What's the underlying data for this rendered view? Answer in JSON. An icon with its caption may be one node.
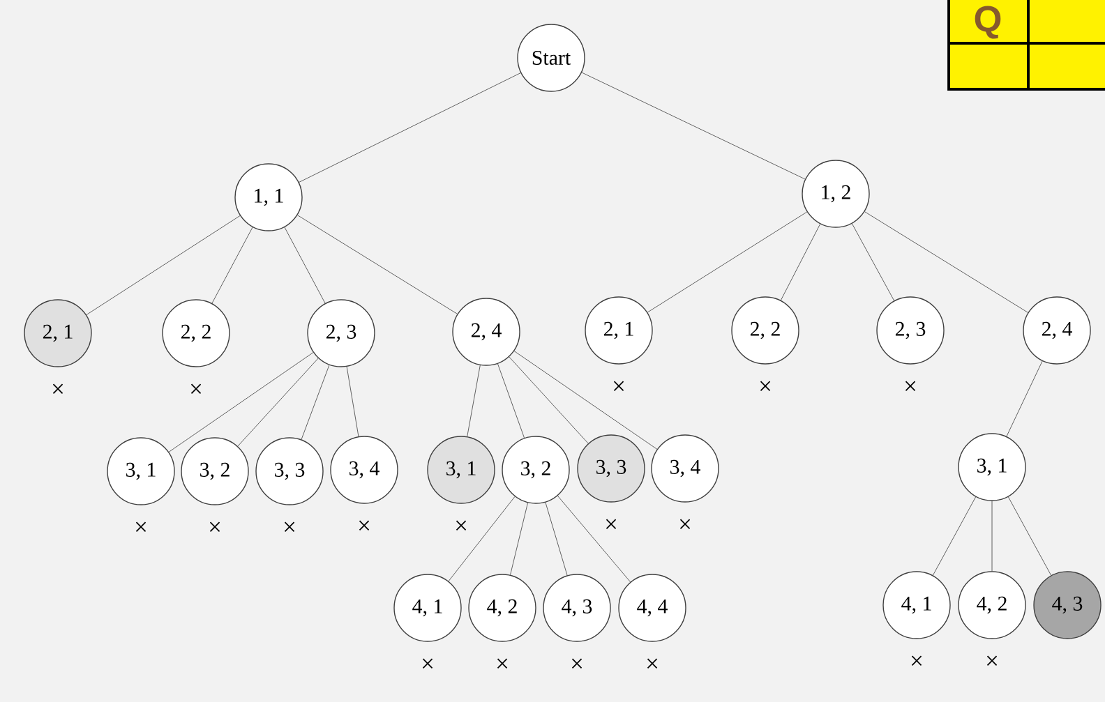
{
  "diagram": {
    "nodes": [
      {
        "text": [
          "Start"
        ]
      },
      {
        "text": [
          "1, 1"
        ]
      },
      {
        "text": [
          "1, 2"
        ]
      },
      {
        "text": [
          "2, 1"
        ],
        "beside": [
          "×"
        ]
      },
      {
        "text": [
          "2, 2"
        ],
        "beside": [
          "×"
        ]
      },
      {
        "text": [
          "2, 3"
        ]
      },
      {
        "text": [
          "2, 4"
        ]
      },
      {
        "text": [
          "2, 1"
        ],
        "beside": [
          "×"
        ]
      },
      {
        "text": [
          "2, 2"
        ],
        "beside": [
          "×"
        ]
      },
      {
        "text": [
          "2, 3"
        ],
        "beside": [
          "×"
        ]
      },
      {
        "text": [
          "2, 4"
        ]
      },
      {
        "text": [
          "3, 1"
        ],
        "beside": [
          "×"
        ]
      },
      {
        "text": [
          "3, 2"
        ],
        "beside": [
          "×"
        ]
      },
      {
        "text": [
          "3, 3"
        ],
        "beside": [
          "×"
        ]
      },
      {
        "text": [
          "3, 4"
        ],
        "beside": [
          "×"
        ]
      },
      {
        "text": [
          "3, 1"
        ],
        "beside": [
          "×"
        ]
      },
      {
        "text": [
          "3, 2"
        ]
      },
      {
        "text": [
          "3, 3"
        ],
        "beside": [
          "×"
        ]
      },
      {
        "text": [
          "3, 4"
        ],
        "beside": [
          "×"
        ]
      },
      {
        "text": [
          "3, 1"
        ]
      },
      {
        "text": [
          "4, 1"
        ],
        "beside": [
          "×"
        ]
      },
      {
        "text": [
          "4, 2"
        ],
        "beside": [
          "×"
        ]
      },
      {
        "text": [
          "4, 3"
        ],
        "beside": [
          "×"
        ]
      },
      {
        "text": [
          "4, 4"
        ],
        "beside": [
          "×"
        ]
      },
      {
        "text": [
          "4, 1"
        ],
        "beside": [
          "×"
        ]
      },
      {
        "text": [
          "4, 2"
        ],
        "beside": [
          "×"
        ]
      },
      {
        "text": [
          "4, 3"
        ]
      }
    ],
    "edges": [
      {
        "from": 0,
        "to": 1,
        "arrow": "none"
      },
      {
        "from": 0,
        "to": 2,
        "arrow": "none"
      },
      {
        "from": 1,
        "to": 3,
        "arrow": "none"
      },
      {
        "from": 1,
        "to": 4,
        "arrow": "none"
      },
      {
        "from": 1,
        "to": 5,
        "arrow": "none"
      },
      {
        "from": 1,
        "to": 6,
        "arrow": "none"
      },
      {
        "from": 2,
        "to": 7,
        "arrow": "none"
      },
      {
        "from": 2,
        "to": 8,
        "arrow": "none"
      },
      {
        "from": 2,
        "to": 9,
        "arrow": "none"
      },
      {
        "from": 2,
        "to": 10,
        "arrow": "none"
      },
      {
        "from": 5,
        "to": 11,
        "arrow": "none"
      },
      {
        "from": 5,
        "to": 12,
        "arrow": "none"
      },
      {
        "from": 5,
        "to": 13,
        "arrow": "none"
      },
      {
        "from": 5,
        "to": 14,
        "arrow": "none"
      },
      {
        "from": 6,
        "to": 15,
        "arrow": "none"
      },
      {
        "from": 6,
        "to": 16,
        "arrow": "none"
      },
      {
        "from": 6,
        "to": 17,
        "arrow": "none"
      },
      {
        "from": 6,
        "to": 18,
        "arrow": "none"
      },
      {
        "from": 10,
        "to": 19,
        "arrow": "none"
      },
      {
        "from": 16,
        "to": 20,
        "arrow": "none"
      },
      {
        "from": 16,
        "to": 21,
        "arrow": "none"
      },
      {
        "from": 16,
        "to": 22,
        "arrow": "none"
      },
      {
        "from": 16,
        "to": 23,
        "arrow": "none"
      },
      {
        "from": 19,
        "to": 24,
        "arrow": "none"
      },
      {
        "from": 19,
        "to": 25,
        "arrow": "none"
      },
      {
        "from": 19,
        "to": 26,
        "arrow": "none"
      }
    ],
    "labels": [
      "Q"
    ]
  }
}
